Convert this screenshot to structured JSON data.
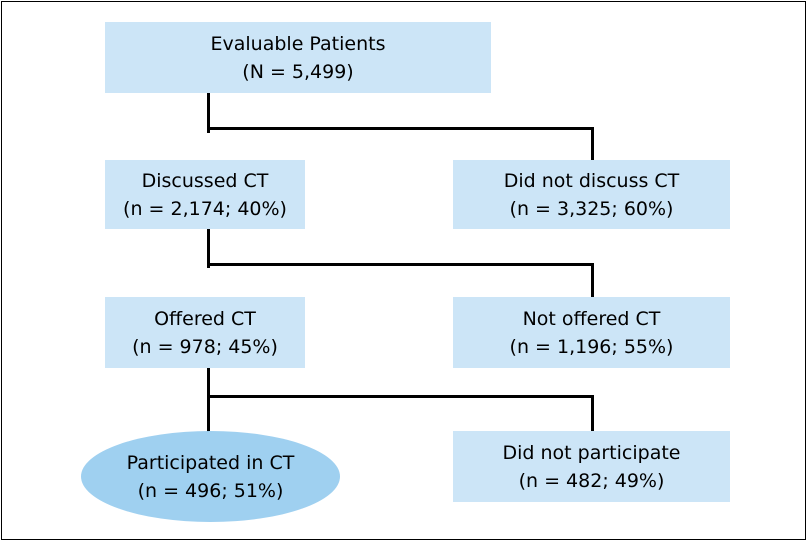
{
  "nodes": {
    "evaluable": {
      "title": "Evaluable Patients",
      "stat": "(N = 5,499)"
    },
    "discussed": {
      "title": "Discussed CT",
      "stat": "(n = 2,174; 40%)"
    },
    "not_discussed": {
      "title": "Did not discuss CT",
      "stat": "(n = 3,325; 60%)"
    },
    "offered": {
      "title": "Offered CT",
      "stat": "(n = 978; 45%)"
    },
    "not_offered": {
      "title": "Not offered CT",
      "stat": "(n = 1,196; 55%)"
    },
    "participated": {
      "title": "Participated in CT",
      "stat": "(n = 496; 51%)"
    },
    "not_participated": {
      "title": "Did not participate",
      "stat": "(n = 482; 49%)"
    }
  },
  "colors": {
    "box_fill": "#cce5f7",
    "oval_fill": "#9fd0f0",
    "line": "#000000"
  }
}
